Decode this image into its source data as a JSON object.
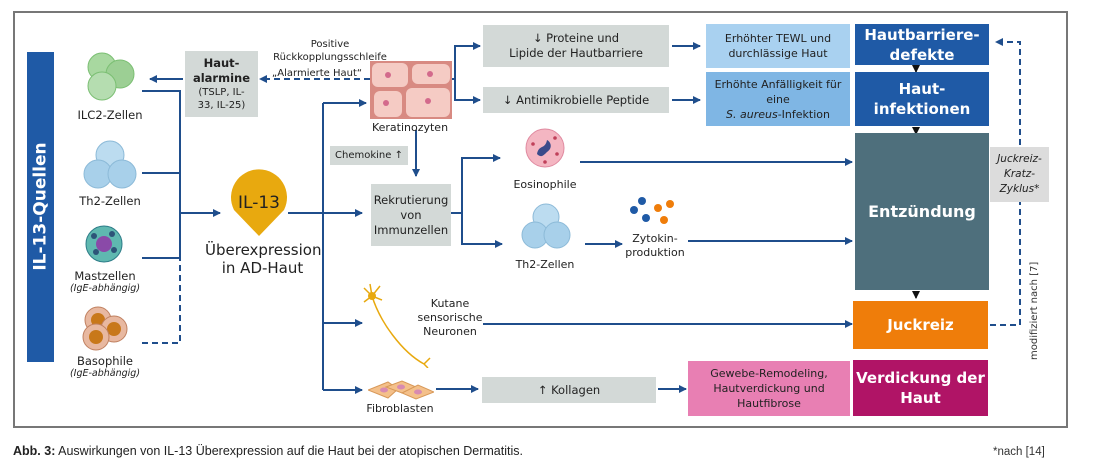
{
  "sidebar": {
    "title": "IL-13-Quellen"
  },
  "sources": [
    {
      "name": "ILC2-Zellen",
      "note": ""
    },
    {
      "name": "Th2-Zellen",
      "note": ""
    },
    {
      "name": "Mastzellen",
      "note": "(IgE-abhängig)"
    },
    {
      "name": "Basophile",
      "note": "(IgE-abhängig)"
    }
  ],
  "alarmins": {
    "title_line1": "Haut-",
    "title_line2": "alarmine",
    "detail_line1": "(TSLP, IL-",
    "detail_line2": "33, IL-25)"
  },
  "feedback": {
    "line1": "Positive",
    "line2": "Rückkopplungsschleife",
    "quote": "„Alarmierte Haut“"
  },
  "il13": {
    "badge": "IL-13",
    "caption_line1": "Überexpression",
    "caption_line2": "in AD-Haut"
  },
  "keratinocytes": {
    "label": "Keratinozyten"
  },
  "chemokine": {
    "label": "Chemokine ↑"
  },
  "recruitment": {
    "line1": "Rekrutierung",
    "line2": "von",
    "line3": "Immunzellen"
  },
  "eosinophils": {
    "label": "Eosinophile"
  },
  "th2_mid": {
    "label": "Th2-Zellen"
  },
  "cytokine": {
    "line1": "Zytokin-",
    "line2": "produktion"
  },
  "neurons": {
    "line1": "Kutane",
    "line2": "sensorische",
    "line3": "Neuronen"
  },
  "fibroblasts": {
    "label": "Fibroblasten"
  },
  "effects": {
    "proteins_line1": "↓ Proteine und",
    "proteins_line2": "Lipide der Hautbarriere",
    "peptides": "↓ Antimikrobielle Peptide",
    "collagen": "↑ Kollagen"
  },
  "consequences": {
    "tewl_line1": "Erhöhter TEWL und",
    "tewl_line2": "durchlässige Haut",
    "infection_line1": "Erhöhte Anfälligkeit für",
    "infection_line2": "eine",
    "infection_species": "S. aureus",
    "infection_suffix": "-Infektion",
    "remodel_line1": "Gewebe-Remodeling,",
    "remodel_line2": "Hautverdickung und",
    "remodel_line3": "Hautfibrose"
  },
  "outcomes": {
    "barrier_line1": "Hautbarriere-",
    "barrier_line2": "defekte",
    "infections_line1": "Haut-",
    "infections_line2": "infektionen",
    "inflammation": "Entzündung",
    "itch": "Juckreiz",
    "thickening_line1": "Verdickung der",
    "thickening_line2": "Haut"
  },
  "cycle": {
    "line1": "Juckreiz-",
    "line2": "Kratz-",
    "line3": "Zyklus*"
  },
  "side_note": "modifiziert nach [7]",
  "caption": {
    "label": "Abb. 3:",
    "text": " Auswirkungen von IL-13 Überexpression auf die Haut bei der atopischen Dermatitis."
  },
  "footnote": "*nach [14]",
  "colors": {
    "line": "#1f4e8c",
    "dark_blue": "#1f5aa6",
    "slate": "#4e6f7c",
    "orange": "#ef7d0a",
    "magenta": "#b01466",
    "pink": "#e87fb3",
    "grey": "#d3d9d7",
    "light_blue": "#a9d1f0",
    "mid_blue": "#7fb6e4",
    "gold": "#e8a90f"
  }
}
